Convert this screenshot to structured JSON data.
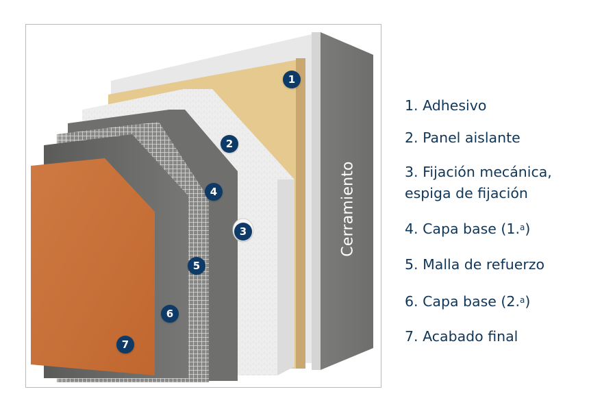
{
  "diagram": {
    "wall_label": "Cerramiento",
    "colors": {
      "badge": "#0e3a68",
      "legend_text": "#0f3658",
      "wall_front": "#e9e9e9",
      "wall_side": "#777775",
      "adhesive": "#e6c98e",
      "insulation": "#efefef",
      "base_coat": "#6c6c6a",
      "mesh": "#d9d9d9",
      "finish": "#c8703a",
      "frame_border": "#b9b9b9"
    },
    "badges": [
      {
        "number": "1",
        "layer": "Adhesivo"
      },
      {
        "number": "2",
        "layer": "Panel aislante"
      },
      {
        "number": "3",
        "layer": "Fijación mecánica"
      },
      {
        "number": "4",
        "layer": "Capa base (1.ª)"
      },
      {
        "number": "5",
        "layer": "Malla de refuerzo"
      },
      {
        "number": "6",
        "layer": "Capa base (2.ª)"
      },
      {
        "number": "7",
        "layer": "Acabado final"
      }
    ]
  },
  "legend": {
    "items": [
      {
        "text": "1. Adhesivo"
      },
      {
        "text": "2. Panel aislante"
      },
      {
        "line1": "3. Fijación mecánica,",
        "line2": "espiga de fijación"
      },
      {
        "text": "4. Capa base (1.",
        "sup": "a",
        "tail": ")"
      },
      {
        "text": "5. Malla de refuerzo"
      },
      {
        "text": "6. Capa base (2.",
        "sup": "a",
        "tail": ")"
      },
      {
        "text": "7. Acabado final"
      }
    ]
  }
}
